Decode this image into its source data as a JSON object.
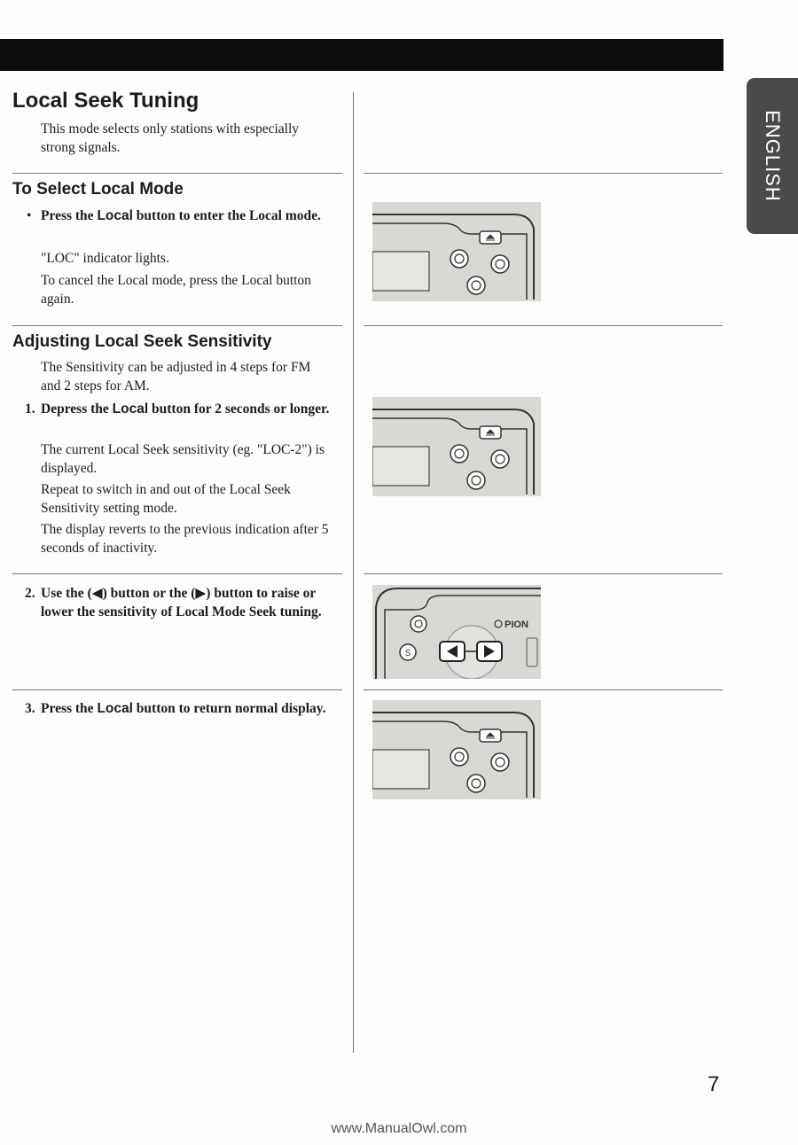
{
  "tab": {
    "label": "ENGLISH"
  },
  "title": "Local Seek Tuning",
  "intro": "This mode selects only stations with especially strong signals.",
  "sections": {
    "select": {
      "heading": "To Select Local Mode",
      "bullet": "•",
      "step_a": "Press the ",
      "step_b": "Local",
      "step_c": " button to enter the Local mode.",
      "p1": "\"LOC\" indicator lights.",
      "p2": "To cancel the Local mode, press the Local button again."
    },
    "adjust": {
      "heading": "Adjusting Local Seek Sensitivity",
      "intro": "The Sensitivity can be adjusted in 4 steps for FM and 2 steps for AM.",
      "step1_num": "1.",
      "step1_a": "Depress the ",
      "step1_b": "Local",
      "step1_c": " button for 2 seconds or longer.",
      "p1": "The current Local Seek sensitivity (eg. \"LOC-2\") is displayed.",
      "p2": "Repeat to switch in and out of the Local Seek Sensitivity setting mode.",
      "p3": "The display reverts to the previous indication after 5 seconds of inactivity.",
      "step2_num": "2.",
      "step2": "Use the (◀) button or the (▶) button to raise or lower the sensitivity of Local Mode Seek tuning.",
      "step3_num": "3.",
      "step3_a": "Press the ",
      "step3_b": "Local",
      "step3_c": " button to return normal display."
    }
  },
  "illustrations": {
    "brand": "PION",
    "button_s": "S"
  },
  "page_number": "7",
  "footer": "www.ManualOwl.com"
}
